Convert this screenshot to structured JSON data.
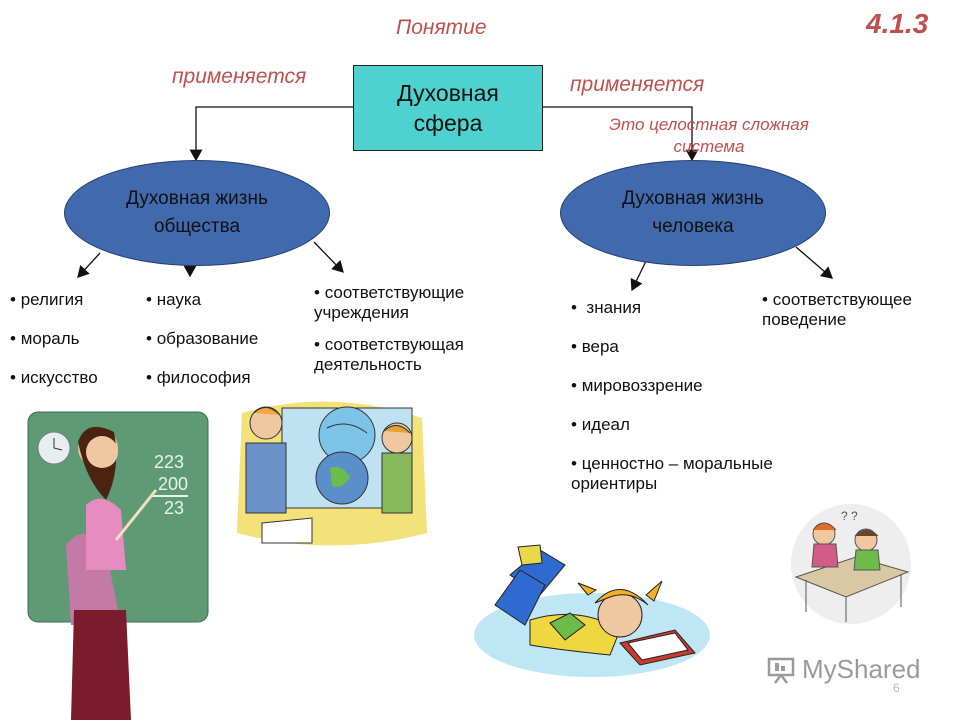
{
  "header": {
    "concept_label": "Понятие",
    "slide_number": "4.1.3"
  },
  "center": {
    "line1": "Духовная",
    "line2": "сфера"
  },
  "connectors": {
    "left_label": "применяется",
    "right_label": "применяется"
  },
  "definition": "Это целостная сложная система",
  "left_node": {
    "line1": "Духовная жизнь",
    "line2": "общества"
  },
  "right_node": {
    "line1": "Духовная жизнь",
    "line2": "человека"
  },
  "society_lists": {
    "col1": [
      "религия",
      "мораль",
      "искусство"
    ],
    "col2": [
      "наука",
      "образование",
      "философия"
    ],
    "col3": [
      "соответствующие учреждения",
      "соответствующая деятельность"
    ]
  },
  "person_lists": {
    "col1": [
      " знания",
      "вера",
      "мировоззрение",
      "идеал",
      "ценностно – моральные ориентиры"
    ],
    "col2": [
      "соответствующее поведение"
    ]
  },
  "illustrations": [
    "teacher-at-blackboard",
    "teacher-with-globe",
    "girl-reading",
    "pupils-at-desks"
  ],
  "watermark": {
    "brand": "MyShared",
    "page": "6"
  }
}
